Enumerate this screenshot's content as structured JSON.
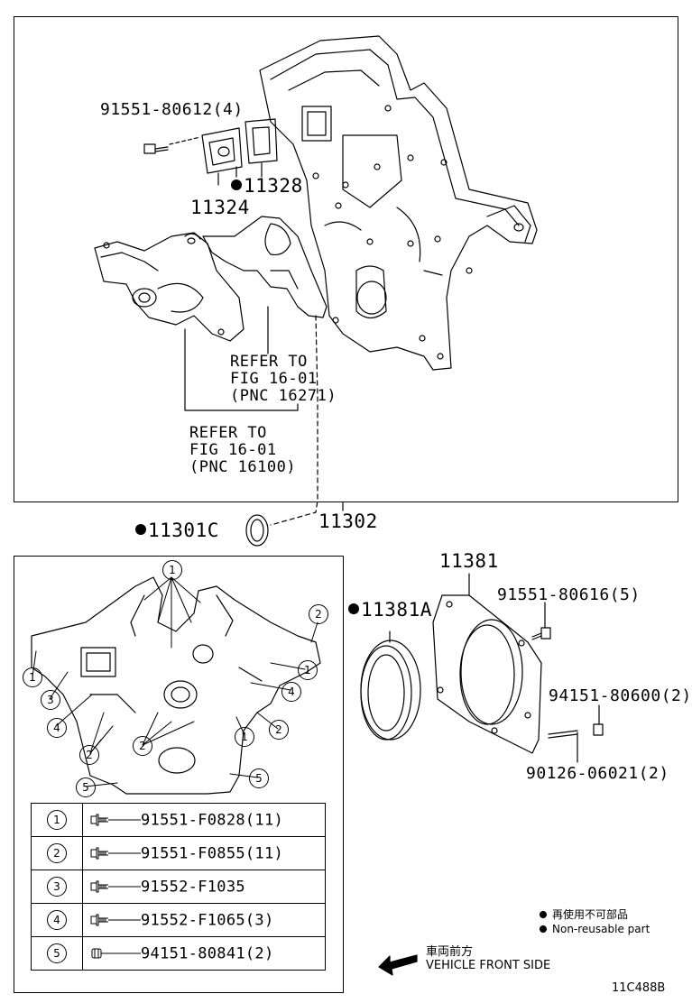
{
  "top_panel": {
    "bolt_top": "91551-80612(4)",
    "gasket_11324": "11324",
    "gasket_11328": "11328",
    "refer1": {
      "line1": "REFER TO",
      "line2": "FIG 16-01",
      "line3": "(PNC 16271)"
    },
    "refer2": {
      "line1": "REFER TO",
      "line2": "FIG 16-01",
      "line3": "(PNC 16100)"
    }
  },
  "middle": {
    "seal_label": "11301C",
    "cover_label": "11302"
  },
  "right_parts": {
    "retainer": "11381",
    "oil_seal": "11381A",
    "bolt_616": "91551-80616(5)",
    "nut_600": "94151-80600(2)",
    "stud_021": "90126-06021(2)"
  },
  "callout_numbers": [
    "1",
    "2",
    "3",
    "4",
    "5"
  ],
  "legend_rows": [
    {
      "num": "1",
      "part": "91551-F0828(11)",
      "icon": "flange-bolt-icon"
    },
    {
      "num": "2",
      "part": "91551-F0855(11)",
      "icon": "flange-bolt-icon"
    },
    {
      "num": "3",
      "part": "91552-F1035",
      "icon": "flange-bolt-icon"
    },
    {
      "num": "4",
      "part": "91552-F1065(3)",
      "icon": "flange-bolt-icon"
    },
    {
      "num": "5",
      "part": "94151-80841(2)",
      "icon": "nut-icon"
    }
  ],
  "notes": {
    "reuse_jp": "再使用不可部品",
    "reuse_en": "Non-reusable part",
    "front_jp": "車両前方",
    "front_en": "VEHICLE FRONT SIDE",
    "figure_code": "11C488B"
  }
}
